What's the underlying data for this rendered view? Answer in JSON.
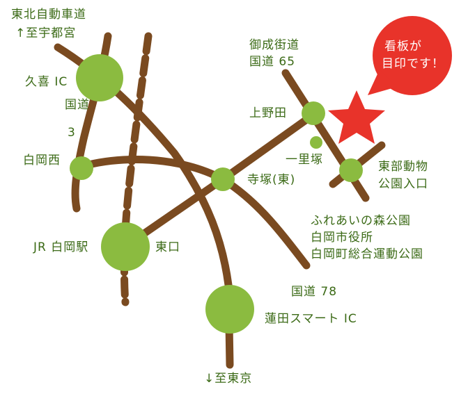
{
  "colors": {
    "road": "#7a4a20",
    "node": "#8bbb40",
    "text": "#3b6a16",
    "accent": "#e8332a"
  },
  "labels": {
    "expressway": "東北自動車道",
    "to_utsunomiya": "↑至宇都宮",
    "kuki_ic": "久喜 IC",
    "route3_line1": "国道",
    "route3_line2": "3",
    "shiraokanishi": "白岡西",
    "jr_shiraoka": "JR 白岡駅",
    "higashiguchi": "東口",
    "terazuka": "寺塚(東)",
    "onari_line1": "御成街道",
    "onari_line2": "国道 65",
    "kaminoda": "上野田",
    "ichirizuka": "一里塚",
    "zoo_line1": "東部動物",
    "zoo_line2": "公園入口",
    "park_line1": "ふれあいの森公園",
    "park_line2": "白岡市役所",
    "park_line3": "白岡町総合運動公園",
    "route78": "国道 78",
    "hasuda_ic": "蓮田スマート IC",
    "to_tokyo": "↓至東京"
  },
  "callout": {
    "line1": "看板が",
    "line2": "目印です！",
    "icon": "star-icon"
  }
}
